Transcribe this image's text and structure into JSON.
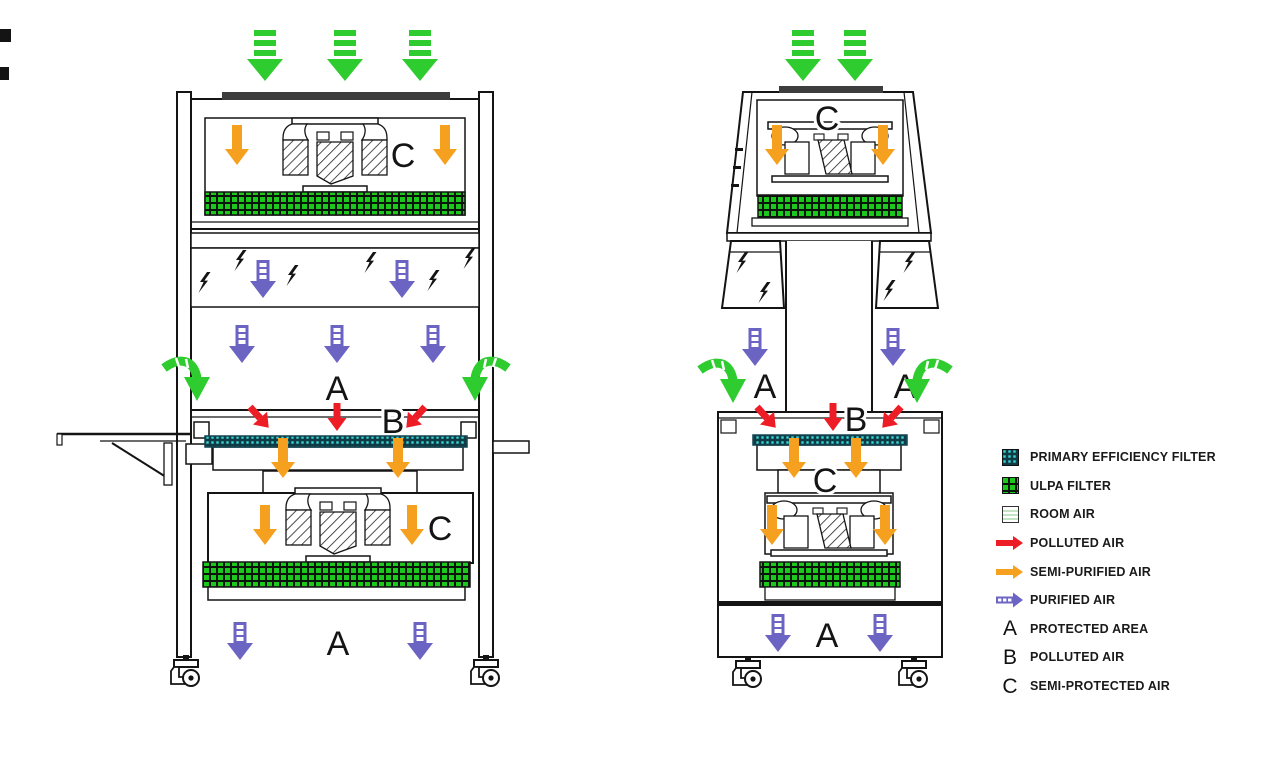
{
  "left_view": {
    "labels": {
      "c_top": "C",
      "a_work": "A",
      "b_plenum": "B",
      "c_lower": "C",
      "a_bottom": "A"
    }
  },
  "right_view": {
    "labels": {
      "c_top": "C",
      "a_left": "A",
      "a_right": "A",
      "b_plenum": "B",
      "c_lower": "C",
      "a_bottom": "A"
    }
  },
  "legend": {
    "items": [
      {
        "symbol": "primary-filter-swatch",
        "label": "PRIMARY EFFICIENCY FILTER"
      },
      {
        "symbol": "ulpa-filter-swatch",
        "label": "ULPA FILTER"
      },
      {
        "symbol": "room-air-swatch",
        "label": "ROOM AIR"
      },
      {
        "symbol": "red-arrow",
        "label": "POLLUTED AIR"
      },
      {
        "symbol": "orange-arrow",
        "label": "SEMI-PURIFIED AIR"
      },
      {
        "symbol": "purple-arrow",
        "label": "PURIFIED AIR"
      },
      {
        "symbol": "letter",
        "glyph": "A",
        "label": "PROTECTED AREA"
      },
      {
        "symbol": "letter",
        "glyph": "B",
        "label": "POLLUTED AIR"
      },
      {
        "symbol": "letter",
        "glyph": "C",
        "label": "SEMI-PROTECTED AIR"
      }
    ]
  },
  "colors": {
    "room_air_green": "#2ecc2e",
    "polluted_air_red": "#ee1c25",
    "semi_purified_orange": "#f5a01e",
    "purified_purple": "#6c64c3",
    "ulpa_green": "#1dc81d",
    "primary_filter_bg": "#103a44",
    "primary_filter_dot": "#35d8d8",
    "line_art": "#141414"
  }
}
